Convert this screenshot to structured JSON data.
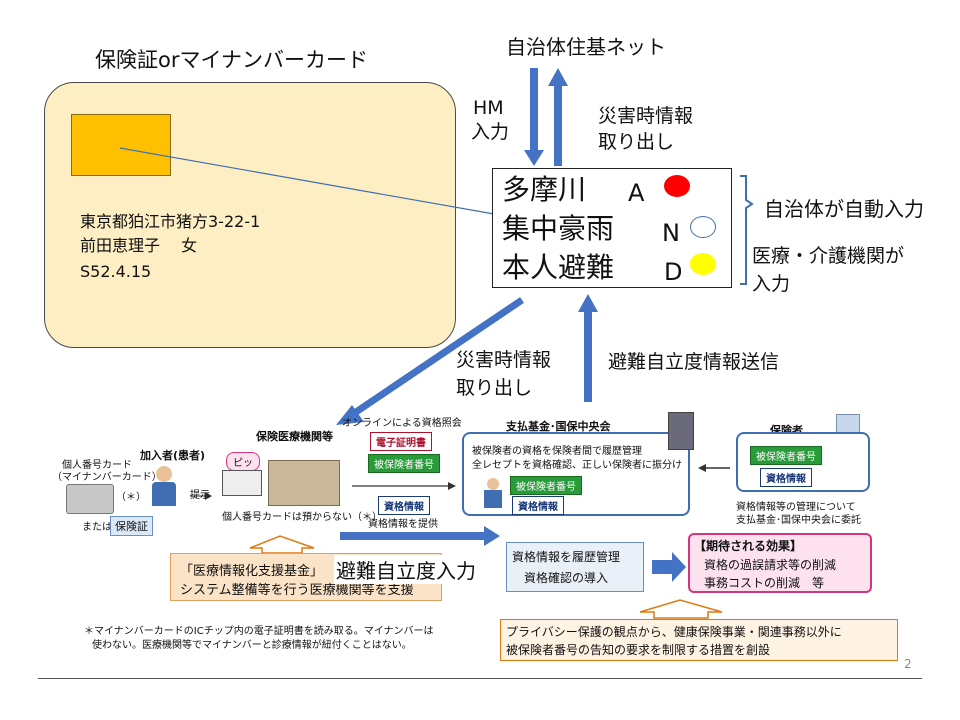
{
  "card": {
    "label": "保険証orマイナンバーカード",
    "address": "東京都狛江市猪方3-22-1",
    "name": "前田恵理子　 女",
    "birth": "S52.4.15"
  },
  "network": {
    "title": "自治体住基ネット",
    "hm_line1": "HM",
    "hm_line2": "入力",
    "disaster_line1": "災害時情報",
    "disaster_line2": "取り出し"
  },
  "status": {
    "rows": [
      {
        "label": "多摩川",
        "code": "A",
        "color": "#ff0000",
        "filled": true
      },
      {
        "label": "集中豪雨",
        "code": "N",
        "color": "#ffffff",
        "filled": false
      },
      {
        "label": "本人避難",
        "code": "D",
        "color": "#ffff00",
        "filled": true
      }
    ],
    "auto_input": "自治体が自動入力",
    "medical_line1": "医療・介護機関が",
    "medical_line2": "入力"
  },
  "flow": {
    "disaster_line1": "災害時情報",
    "disaster_line2": "取り出し",
    "send_label": "避難自立度情報送信",
    "input_label": "避難自立度入力"
  },
  "bottom": {
    "online_title": "オンラインによる資格照会",
    "cert_tag": "電子証明書",
    "insured_tag": "被保険者番号",
    "qual_tag": "資格情報",
    "provide": "資格情報を提供",
    "card_title_1": "個人番号カード",
    "card_title_2": "（マイナンバーカード）",
    "asterisk": "（＊）",
    "or_text": "または",
    "hoken": "保険証",
    "member": "加入者(患者)",
    "present": "提示",
    "medical_inst": "保険医療機関等",
    "pip": "ピッ",
    "not_kept": "個人番号カードは預からない（＊）",
    "fund_title": "支払基金･国保中央会",
    "fund_text1": "被保険者の資格を保険者間で履歴管理",
    "fund_text2": "全レセプトを資格確認、正しい保険者に振分け",
    "insurer": "保険者",
    "delegate1": "資格情報等の管理について",
    "delegate2": "支払基金･国保中央会に委託",
    "support1": "「医療情報化支援基金」",
    "support2": "システム整備等を行う医療機関等を支援",
    "rec1": "資格情報を履歴管理",
    "rec2": "資格確認の導入",
    "effect_title": "【期待される効果】",
    "effect1": "資格の過誤請求等の削減",
    "effect2": "事務コストの削減　等",
    "privacy1": "プライバシー保護の観点から、健康保険事業・関連事務以外に",
    "privacy2": "被保険者番号の告知の要求を制限する措置を創設",
    "note1": "＊マイナンバーカードのICチップ内の電子証明書を読み取る。マイナンバーは",
    "note2": "使わない。医療機関等でマイナンバーと診療情報が紐付くことはない。"
  },
  "page_number": "2"
}
